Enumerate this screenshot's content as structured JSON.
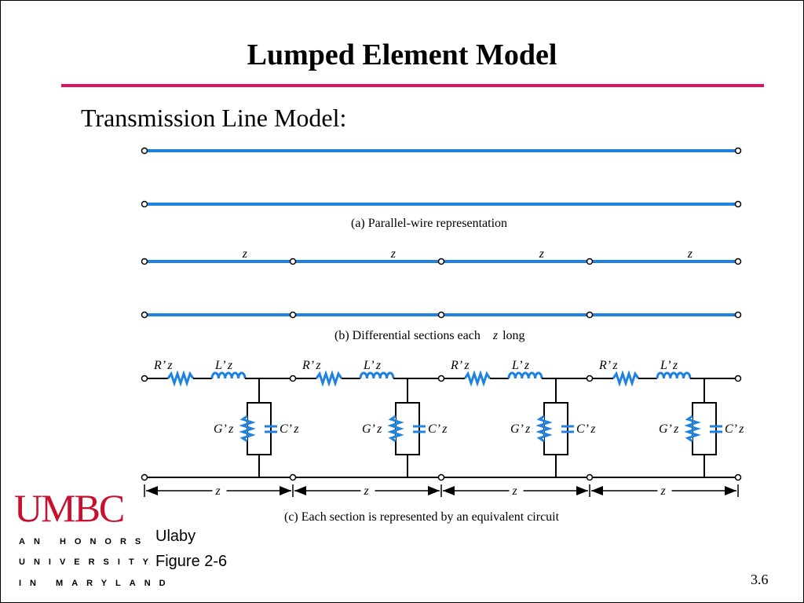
{
  "slide": {
    "title": "Lumped Element Model",
    "subtitle": "Transmission Line Model:",
    "page_number": "3.6",
    "credit_author": "Ulaby",
    "credit_figure": "Figure 2-6"
  },
  "logo": {
    "name": "UMBC",
    "line1": "AN HONORS",
    "line2": "UNIVERSITY",
    "line3": "IN MARYLAND",
    "color": "#c8102e"
  },
  "colors": {
    "accent_rule": "#e0115f",
    "wire": "#1f82e0"
  },
  "diagram": {
    "caption_a": "(a)  Parallel-wire representation",
    "caption_b_pre": "(b)  Differential sections each",
    "caption_b_z": "z",
    "caption_b_post": "long",
    "caption_c": "(c)  Each section is represented by an equivalent circuit",
    "section_label": "z",
    "resistor_label": "R’  z",
    "inductor_label": "L’  z",
    "conductance_label": "G’  z",
    "capacitor_label": "C’  z",
    "sections": 4
  }
}
